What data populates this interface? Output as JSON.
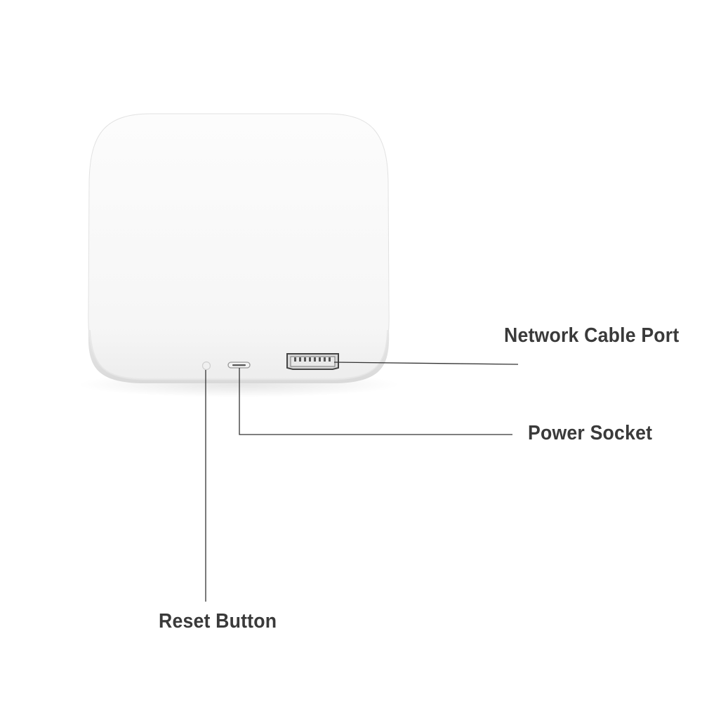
{
  "labels": {
    "network_cable_port": "Network Cable Port",
    "power_socket": "Power Socket",
    "reset_button": "Reset Button"
  },
  "colors": {
    "background": "#ffffff",
    "device_body": "#f9f9f9",
    "label_text": "#3a3a3a",
    "leader_line": "#333333"
  }
}
